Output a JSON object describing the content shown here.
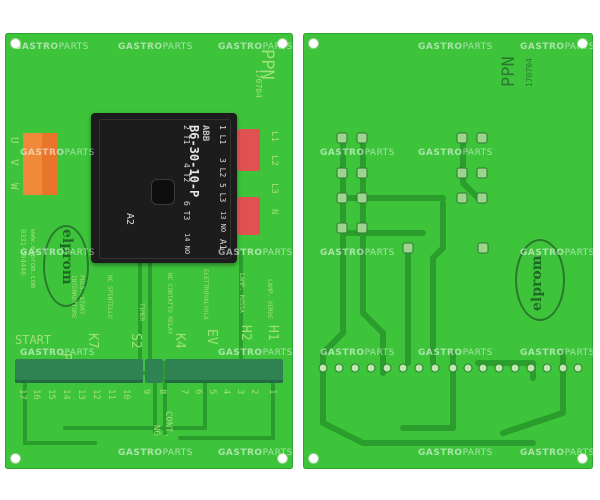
{
  "watermark": {
    "brand": "GASTRO",
    "suffix": "PARTS"
  },
  "left_board": {
    "ppn_label": "PPN",
    "date_code": "170704",
    "left_terminal_labels": [
      "U",
      "V",
      "W"
    ],
    "right_terminal_labels": [
      "L1",
      "L2",
      "L3",
      "N"
    ],
    "logo_text": "elprom",
    "website": "www.elprom.com",
    "phone": "0331-594446",
    "relay": {
      "brand": "ABB",
      "model": "B6-30-10-P",
      "pins_left": [
        "2 T1",
        "4 T2",
        "6 T3",
        "A2"
      ],
      "pins_right": [
        "1 L1",
        "3 L2",
        "5 L3",
        "13 NO",
        "A1"
      ],
      "contact_no": "14 NO"
    },
    "section_labels": {
      "start": "START",
      "p1": "P1",
      "k7": "K7",
      "s2": "S2",
      "k4": "K4",
      "ev": "EV",
      "h2": "H2",
      "h1": "H1"
    },
    "vertical_descriptions": [
      "PULS. START",
      "INTERRUTTORE",
      "NC SPINTELLO",
      "TIMER",
      "NC CONTATTO RELAY",
      "ELETTROVALVOLA",
      "LAMP. ROSSA",
      "LAMP. VERDE"
    ],
    "terminal_numbers": [
      "17",
      "16",
      "15",
      "14",
      "13",
      "12",
      "11",
      "10",
      "9",
      "8",
      "7",
      "6",
      "5",
      "4",
      "3",
      "2",
      "1"
    ],
    "cont_label": "CONT.",
    "ng_label": "NG"
  },
  "right_board": {
    "ppn_label": "PPN",
    "date_code": "170704",
    "logo_text": "elprom"
  },
  "colors": {
    "board_green": "#3cc13a",
    "board_edge": "#2ea52e",
    "trace_green": "#2a9a2c",
    "relay_black": "#1b1b1b",
    "terminal_orange": "#f08a3a",
    "terminal_red": "#e04a4a",
    "terminal_block_green": "#2e7d4b",
    "silkscreen": "#9fe07a"
  }
}
